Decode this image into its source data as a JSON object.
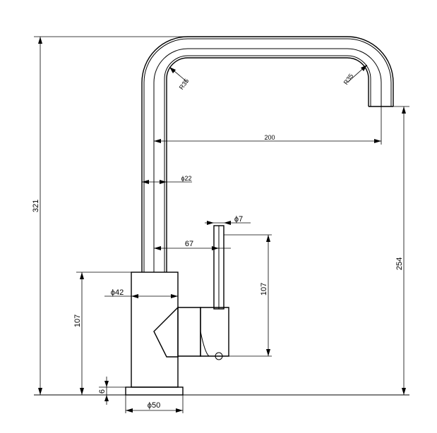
{
  "drawing": {
    "subject": "",
    "dimensions": {
      "total_height": "321",
      "spout_height": "254",
      "spout_reach": "200",
      "bend_radius_left": "R35",
      "bend_radius_right": "R35",
      "tube_diameter": "ϕ22",
      "lever_diameter": "ϕ7",
      "lever_offset": "67",
      "lever_height": "107",
      "body_height": "107",
      "body_diameter": "ϕ42",
      "base_thickness": "6",
      "base_diameter": "ϕ50"
    }
  }
}
